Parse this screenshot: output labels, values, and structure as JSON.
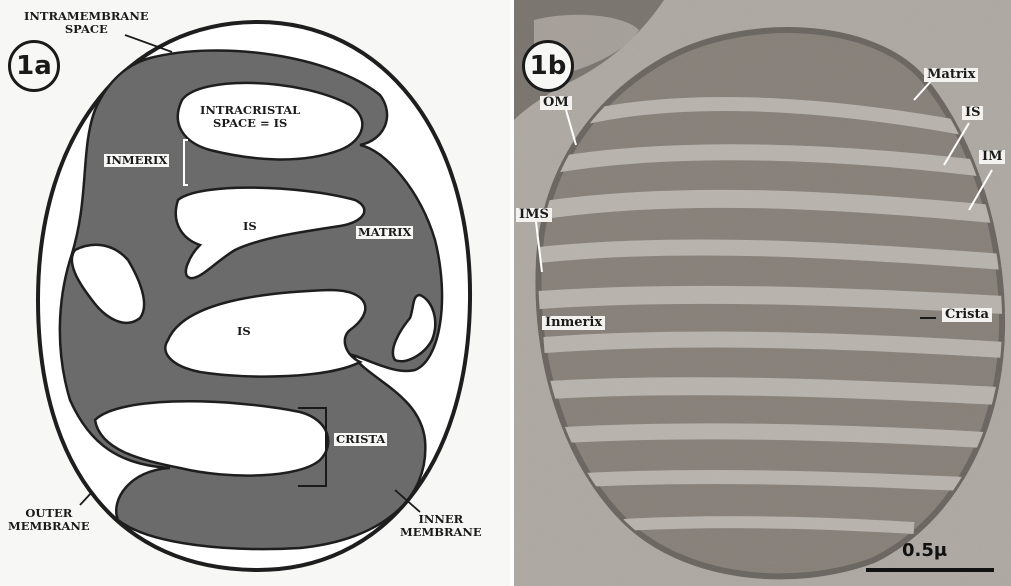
{
  "panel_a": {
    "badge": "1a",
    "labels": {
      "intermembrane_space": "INTRAMEMBRANE\nSPACE",
      "intracristal_space": "INTRACRISTAL\nSPACE = IS",
      "inmerix": "INMERIX",
      "is_1": "IS",
      "is_2": "IS",
      "matrix": "MATRIX",
      "crista": "CRISTA",
      "outer_membrane": "OUTER\nMEMBRANE",
      "inner_membrane": "INNER\nMEMBRANE"
    }
  },
  "panel_b": {
    "badge": "1b",
    "labels": {
      "om": "OM",
      "matrix": "Matrix",
      "is": "IS",
      "im": "IM",
      "ims": "IMS",
      "inmerix": "Inmerix",
      "crista": "Crista"
    },
    "scale_bar": "0.5μ"
  }
}
